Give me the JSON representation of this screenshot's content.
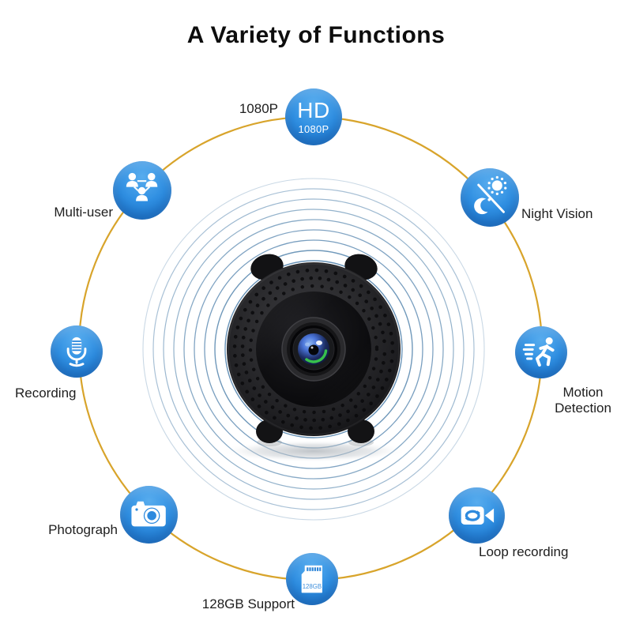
{
  "title": "A Variety of Functions",
  "features": [
    {
      "id": "hd",
      "label": "1080P",
      "badge_text": "HD",
      "badge_subtext": "1080P"
    },
    {
      "id": "night-vision",
      "label": "Night Vision"
    },
    {
      "id": "motion-detection",
      "label": "Motion Detection"
    },
    {
      "id": "loop-recording",
      "label": "Loop recording"
    },
    {
      "id": "storage",
      "label": "128GB Support",
      "card_label": "128GB"
    },
    {
      "id": "photograph",
      "label": "Photograph"
    },
    {
      "id": "recording",
      "label": "Recording"
    },
    {
      "id": "multi-user",
      "label": "Multi-user"
    }
  ],
  "colors": {
    "icon_blue": "#2f8fe2",
    "icon_blue_light": "#57acee",
    "icon_blue_dark": "#1a70c9",
    "orbit_gold": "#d8a42b",
    "signal_ring_blue": "#4b7ea9",
    "label_text": "#1e1e1e"
  }
}
